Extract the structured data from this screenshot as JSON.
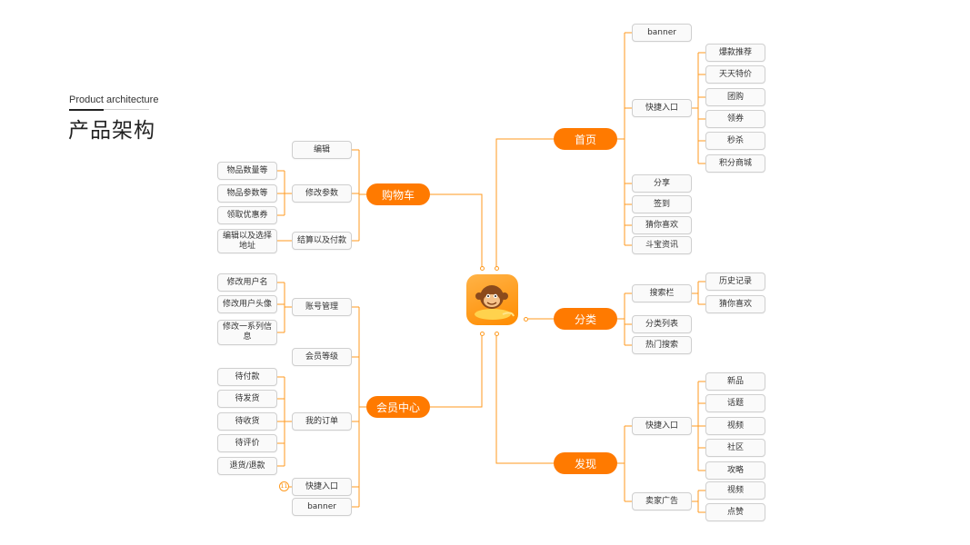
{
  "header": {
    "subtitle": "Product architecture",
    "title": "产品架构"
  },
  "logo": {
    "icon": "monkey-mascot-icon"
  },
  "colors": {
    "accent": "#ff7a00",
    "line": "#ff9a1f",
    "box_border": "#cfcfcf"
  },
  "badge": {
    "text": "11"
  },
  "branches": {
    "home": {
      "label": "首页",
      "children": [
        {
          "label": "banner"
        },
        {
          "label": "快捷入口",
          "children": [
            "爆款推荐",
            "天天特价",
            "团购",
            "领券",
            "秒杀",
            "积分商城"
          ]
        },
        {
          "label": "分享"
        },
        {
          "label": "签到"
        },
        {
          "label": "猜你喜欢"
        },
        {
          "label": "斗宝资讯"
        }
      ]
    },
    "category": {
      "label": "分类",
      "children": [
        {
          "label": "搜索栏",
          "children": [
            "历史记录",
            "猜你喜欢"
          ]
        },
        {
          "label": "分类列表"
        },
        {
          "label": "热门搜索"
        }
      ]
    },
    "discover": {
      "label": "发现",
      "children": [
        {
          "label": "快捷入口",
          "children": [
            "新品",
            "话题",
            "视频",
            "社区",
            "攻略"
          ]
        },
        {
          "label": "卖家广告",
          "children": [
            "视频",
            "点赞"
          ]
        }
      ]
    },
    "cart": {
      "label": "购物车",
      "children": [
        {
          "label": "编辑"
        },
        {
          "label": "修改参数",
          "children": [
            "物品数量等",
            "物品参数等",
            "领取优惠券"
          ]
        },
        {
          "label": "结算以及付款",
          "children": [
            "编辑以及选择\n地址"
          ]
        }
      ]
    },
    "member": {
      "label": "会员中心",
      "children": [
        {
          "label": "账号管理",
          "children": [
            "修改用户名",
            "修改用户头像",
            "修改一系列信\n息"
          ]
        },
        {
          "label": "会员等级"
        },
        {
          "label": "我的订单",
          "children": [
            "待付款",
            "待发货",
            "待收货",
            "待评价",
            "退货/退款"
          ]
        },
        {
          "label": "快捷入口"
        },
        {
          "label": "banner"
        }
      ]
    }
  }
}
